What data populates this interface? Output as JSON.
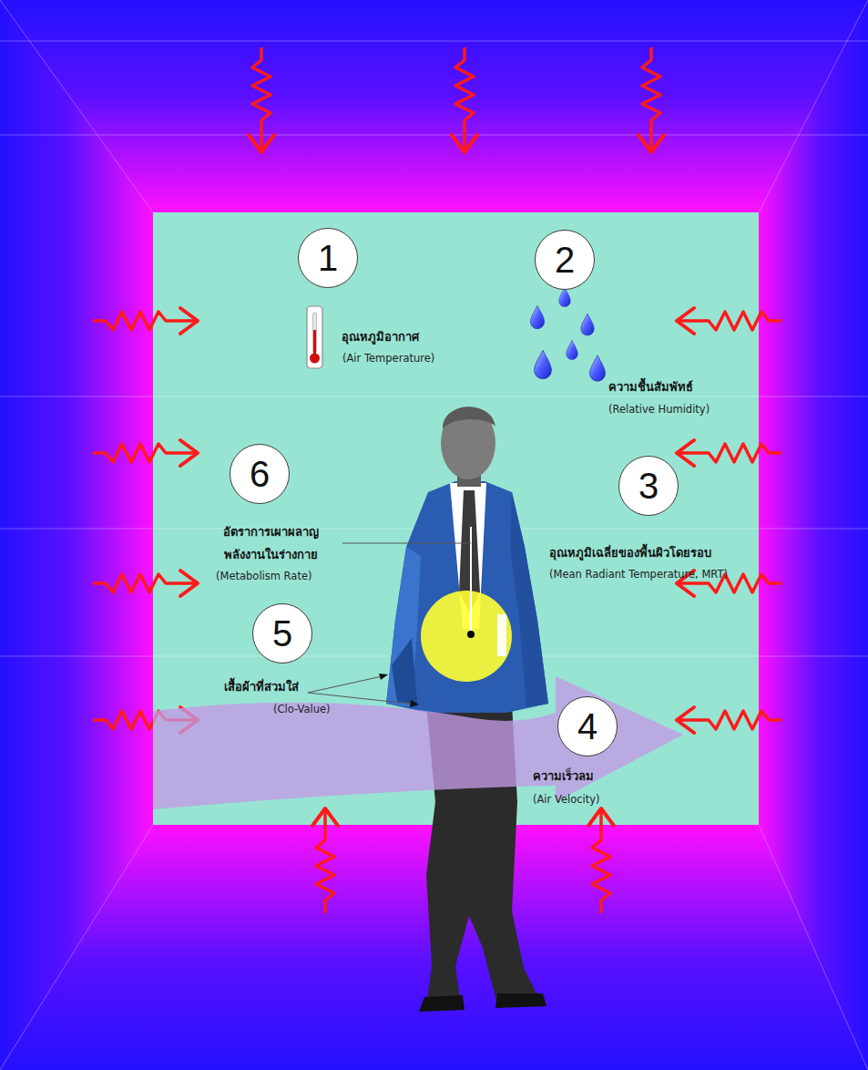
{
  "diagram": {
    "nodes": [
      {
        "text": [
          "1"
        ]
      },
      {
        "text": [
          "2"
        ]
      },
      {
        "text": [
          "3"
        ]
      },
      {
        "text": [
          "4"
        ]
      },
      {
        "text": [
          "5"
        ]
      },
      {
        "text": [
          "6"
        ]
      }
    ],
    "labels": [
      "อุณหภูมิอากาศ",
      "(Air Temperature)",
      "ความชื้นสัมพัทธ์",
      "(Relative Humidity)",
      "อุณหภูมิเฉลี่ยของพื้นผิวโดยรอบ",
      "(Mean Radiant Temperature, MRT)",
      "ความเร็วลม",
      "(Air Velocity)",
      "เสื้อผ้าที่สวมใส่",
      "(Clo-Value)",
      "อัตราการเผาผลาญ พลังงานในร่างกาย",
      "(Metabolism Rate)"
    ]
  }
}
